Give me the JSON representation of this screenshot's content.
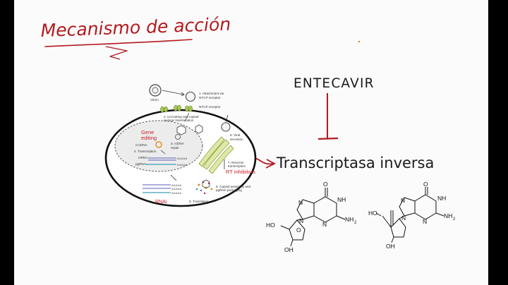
{
  "title": "Mecanismo de acción",
  "drug": "ENTECAVIR",
  "target": "Transcriptasa inversa",
  "colors": {
    "title_ink": "#b3191f",
    "arrow_red": "#b3191f",
    "ink": "#1b1b1b",
    "letterbox": "#000000",
    "page": "#fbfbfb",
    "diagram_red": "#c8202a"
  },
  "diagram": {
    "virion": "Virion",
    "steps": {
      "s1": "1. Attachment via",
      "s1b": "NTCP receptor",
      "ntcp": "NTCP receptor",
      "s2": "2. Uncoating and capsid",
      "s2b": "nuclear translocation",
      "s3": "3. rcDNA",
      "s3b": "repair",
      "s4": "4. Transcription",
      "s5": "5. Translation",
      "s6": "6. Capsid assembly and",
      "s6b": "pgRNA packaging",
      "s7": "7. Reverse",
      "s7b": "transcription",
      "s8": "8. Viral",
      "s8b": "secretion"
    },
    "labels": {
      "gene_editing_1": "Gene",
      "gene_editing_2": "editing",
      "cccdna": "cccDNA",
      "mrna": "mRNA",
      "pgrna": "pgRNA",
      "rt_inhibitors": "RT inhibitors",
      "rnai": "RNAi",
      "polyA": "AAAAA"
    }
  },
  "structures": {
    "left": {
      "oh_top": "HO",
      "oh_bottom": "OH",
      "nh": "NH",
      "nh2": "NH",
      "sub2": "2",
      "o_ring": "O",
      "o_keto": "O",
      "n1": "N",
      "n2": "N",
      "n3": "N"
    },
    "right": {
      "oh_top": "HO",
      "oh_bottom": "OH",
      "nh": "NH",
      "nh2": "NH",
      "sub2": "2",
      "o_keto": "O",
      "n1": "N",
      "n2": "N",
      "n3": "N"
    }
  }
}
